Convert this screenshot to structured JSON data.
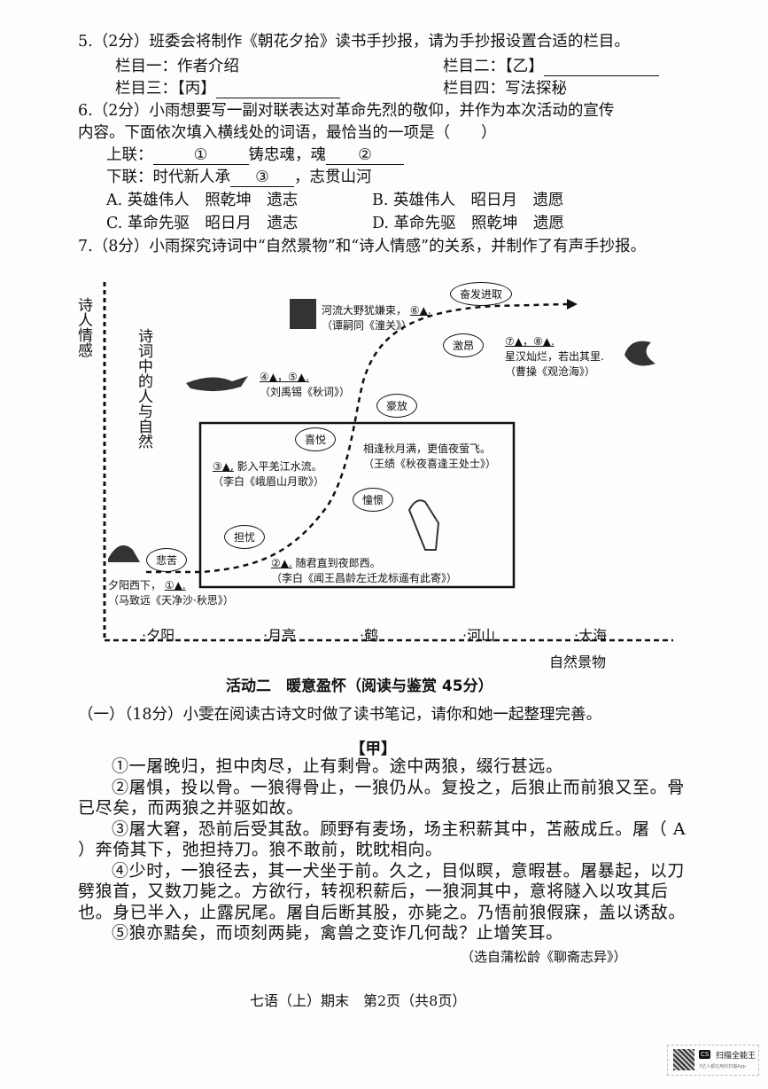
{
  "q5": {
    "stem": "5.（2分）班委会将制作《朝花夕拾》读书手抄报，请为手抄报设置合适的栏目。",
    "col1": "栏目一：作者介绍",
    "col2": "栏目二：【乙】",
    "col3": "栏目三：【丙】",
    "col4": "栏目四：写法探秘"
  },
  "q6": {
    "stem1": "6.（2分）小雨想要写一副对联表达对革命先烈的敬仰，并作为本次活动的宣传",
    "stem2": "内容。下面依次填入横线处的词语，最恰当的一项是（　　）",
    "upper_label": "上联：",
    "b1": "①",
    "upper_mid": "铸忠魂，魂",
    "b2": "②",
    "lower_label": "下联：时代新人承",
    "b3": "③",
    "lower_end": "，志贯山河",
    "options": [
      "A. 英雄伟人　照乾坤　遗志",
      "B. 英雄伟人　昭日月　遗愿",
      "C. 革命先驱　昭日月　遗志",
      "D. 革命先驱　照乾坤　遗愿"
    ]
  },
  "q7": {
    "stem": "7.（8分）小雨探究诗词中“自然景物”和“诗人情感”的关系，并制作了有声手抄报。"
  },
  "diagram": {
    "y_axis": "诗人情感",
    "inner_label": "诗词中的人与自然",
    "x_axis": "自然景物",
    "x_ticks": [
      "·夕阳",
      "·月亮",
      "·鹤",
      "·河山",
      "·大海"
    ],
    "emotions": [
      "悲苦",
      "担忧",
      "喜悦",
      "憧憬",
      "豪放",
      "激昂",
      "奋发进取"
    ],
    "poems": [
      {
        "line": "夕阳西下，",
        "blank": "①▲.",
        "src": "（马致远《天净沙·秋思》）"
      },
      {
        "blank": "②▲.",
        "line": "随君直到夜郎西。",
        "src": "（李白《闻王昌龄左迁龙标遥有此寄》）"
      },
      {
        "blank": "③▲,",
        "line": "影入平羌江水流。",
        "src": "（李白《峨眉山月歌》）"
      },
      {
        "line": "相逢秋月满，更值夜萤飞。",
        "src": "（王绩《秋夜喜逢王处士》）"
      },
      {
        "blank": "④▲，⑤▲.",
        "src": "（刘禹锡《秋词》）"
      },
      {
        "line": "河流大野犹嫌束，",
        "blank": "⑥▲.",
        "src": "（谭嗣同《潼关》）"
      },
      {
        "blank": "⑦▲，⑧▲.",
        "line": "星汉灿烂，若出其里.",
        "src": "（曹操《观沧海》）"
      }
    ]
  },
  "activity2": "活动二　暖意盈怀（阅读与鉴赏 45分）",
  "part1": "（一）（18分）小雯在阅读古诗文时做了读书笔记，请你和她一起整理完善。",
  "jia": {
    "title": "【甲】",
    "paras": [
      "①一屠晚归，担中肉尽，止有剩骨。途中两狼，缀行甚远。",
      "②屠惧，投以骨。一狼得骨止，一狼仍从。复投之，后狼止而前狼又至。骨已尽矣，而两狼之并驱如故。",
      "③屠大窘，恐前后受其敌。顾野有麦场，场主积薪其中，苫蔽成丘。屠（ A ）奔倚其下，弛担持刀。狼不敢前，眈眈相向。",
      "④少时，一狼径去，其一犬坐于前。久之，目似瞑，意暇甚。屠暴起，以刀劈狼首，又数刀毙之。方欲行，转视积薪后，一狼洞其中，意将隧入以攻其后也。身已半入，止露尻尾。屠自后断其股，亦毙之。乃悟前狼假寐，盖以诱敌。",
      "⑤狼亦黠矣，而顷刻两毙，禽兽之变诈几何哉？止增笑耳。"
    ],
    "source": "（选自蒲松龄《聊斋志异》）"
  },
  "footer": "七语（上）期末　第2页（共8页）",
  "watermark": {
    "brand": "扫描全能王",
    "sub": "3亿人都在用的扫描App",
    "logo": "CS"
  }
}
